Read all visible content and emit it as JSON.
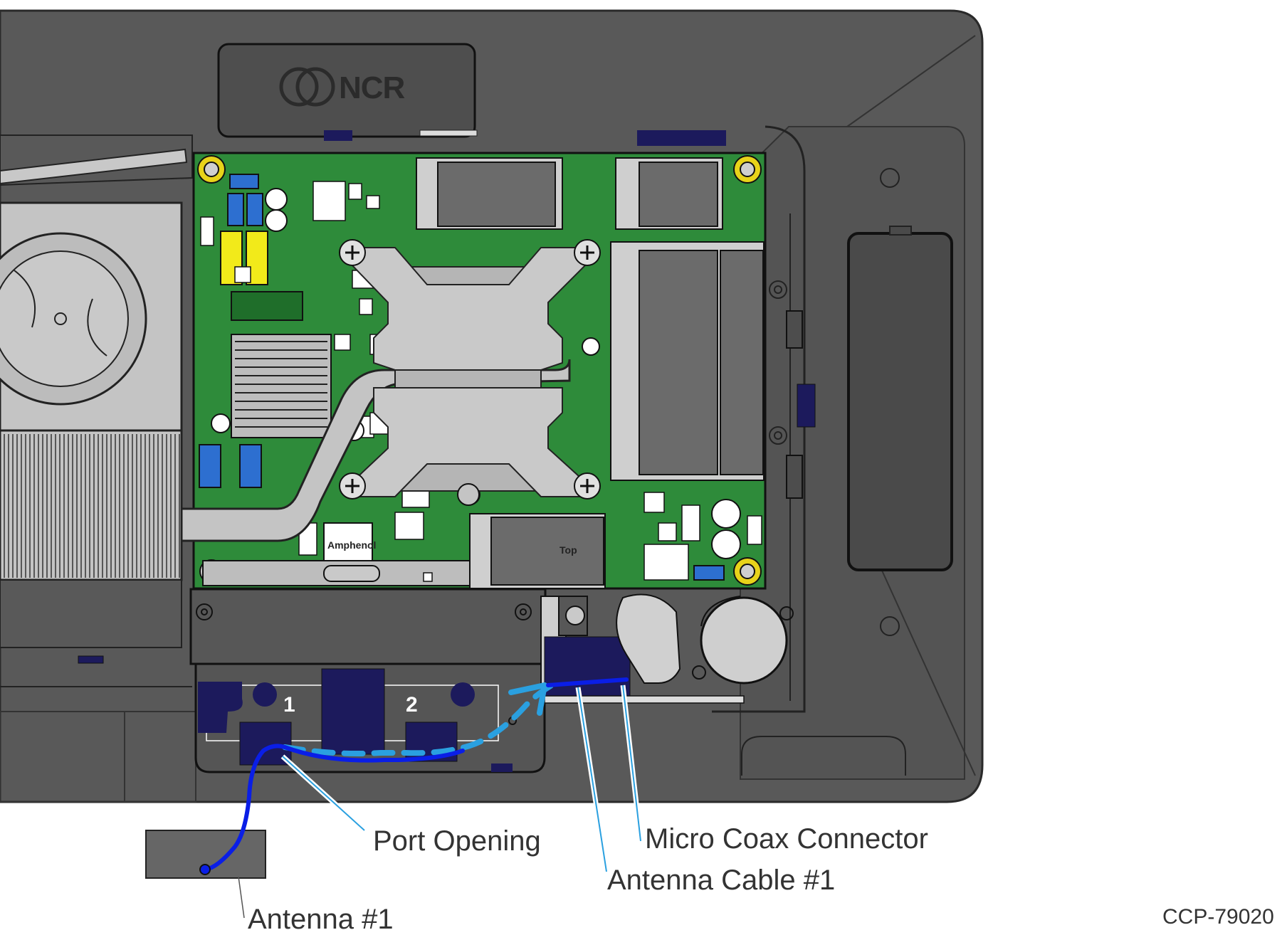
{
  "logo": {
    "brand_text": "NCR"
  },
  "board": {
    "amphenol_label": "Amphenol",
    "ssd_label": "Top"
  },
  "ports": {
    "port1": "1",
    "port2": "2"
  },
  "callouts": {
    "port_opening": "Port Opening",
    "micro_coax_connector": "Micro Coax Connector",
    "antenna_cable": "Antenna Cable #1",
    "antenna": "Antenna #1"
  },
  "figure_id": "CCP-79020",
  "colors": {
    "chassis": "#595959",
    "chassis_dark": "#4a4a4a",
    "board_green": "#2e8b3a",
    "heatsink": "#bdbdbd",
    "cable_blue": "#0a1ee6",
    "route_dashed": "#2aa0e0",
    "connector_navy": "#1c1a5c",
    "yellow_part": "#f2ea1a"
  }
}
